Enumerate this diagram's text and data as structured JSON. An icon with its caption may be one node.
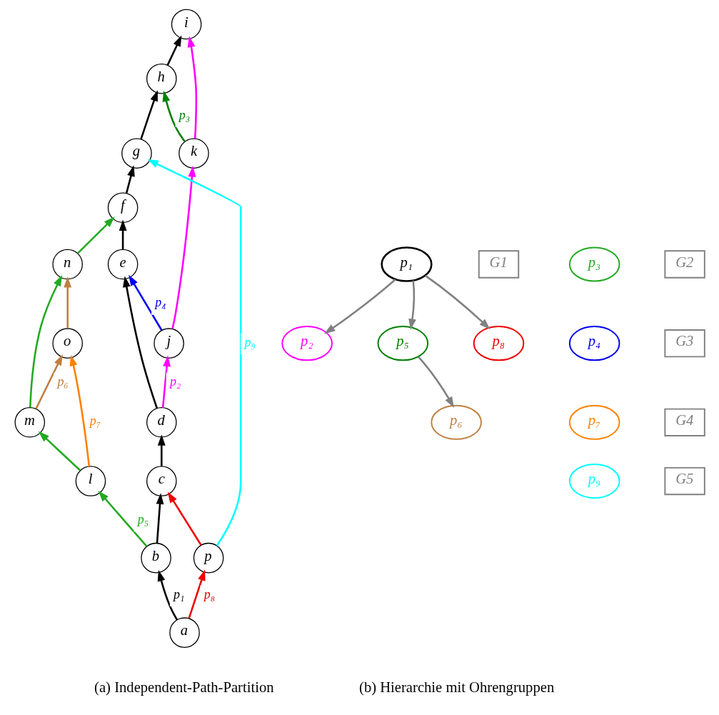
{
  "diagram": {
    "nodes": [
      {
        "text": [
          "i"
        ]
      },
      {
        "text": [
          "h"
        ]
      },
      {
        "text": [
          "k"
        ]
      },
      {
        "text": [
          "g"
        ]
      },
      {
        "text": [
          "f"
        ]
      },
      {
        "text": [
          "e"
        ]
      },
      {
        "text": [
          "j"
        ]
      },
      {
        "text": [
          "n"
        ]
      },
      {
        "text": [
          "o"
        ]
      },
      {
        "text": [
          "d"
        ]
      },
      {
        "text": [
          "m"
        ]
      },
      {
        "text": [
          "c"
        ]
      },
      {
        "text": [
          "l"
        ]
      },
      {
        "text": [
          "b"
        ]
      },
      {
        "text": [
          "p"
        ]
      },
      {
        "text": [
          "a"
        ]
      },
      {
        "text": [
          "p₁"
        ]
      },
      {
        "text": [
          "G1"
        ]
      },
      {
        "text": [
          "p₃"
        ]
      },
      {
        "text": [
          "G2"
        ]
      },
      {
        "text": [
          "p₂"
        ]
      },
      {
        "text": [
          "p₅"
        ]
      },
      {
        "text": [
          "p₈"
        ]
      },
      {
        "text": [
          "p₄"
        ]
      },
      {
        "text": [
          "G3"
        ]
      },
      {
        "text": [
          "p₇"
        ]
      },
      {
        "text": [
          "G4"
        ]
      },
      {
        "text": [
          "p₆"
        ]
      },
      {
        "text": [
          "p₉"
        ]
      },
      {
        "text": [
          "G5"
        ]
      }
    ],
    "edges": [
      {
        "from": 15,
        "to": 13,
        "arrow": "to",
        "label": "p₁"
      },
      {
        "from": 13,
        "to": 11,
        "arrow": "to"
      },
      {
        "from": 11,
        "to": 9,
        "arrow": "to"
      },
      {
        "from": 9,
        "to": 5,
        "arrow": "to"
      },
      {
        "from": 5,
        "to": 4,
        "arrow": "to"
      },
      {
        "from": 4,
        "to": 3,
        "arrow": "to"
      },
      {
        "from": 3,
        "to": 1,
        "arrow": "to"
      },
      {
        "from": 1,
        "to": 0,
        "arrow": "to"
      },
      {
        "from": 15,
        "to": 14,
        "arrow": "to",
        "label": "p₈",
        "color": "#ee0000"
      },
      {
        "from": 14,
        "to": 11,
        "arrow": "to",
        "color": "#ee0000"
      },
      {
        "from": 13,
        "to": 12,
        "arrow": "to",
        "label": "p₅",
        "color": "#22aa22"
      },
      {
        "from": 12,
        "to": 10,
        "arrow": "to",
        "color": "#22aa22"
      },
      {
        "from": 10,
        "to": 7,
        "arrow": "to",
        "color": "#22aa22"
      },
      {
        "from": 7,
        "to": 4,
        "arrow": "to",
        "color": "#22aa22"
      },
      {
        "from": 12,
        "to": 8,
        "arrow": "to",
        "label": "p₇",
        "color": "#ff8000"
      },
      {
        "from": 10,
        "to": 8,
        "arrow": "to",
        "label": "p₆",
        "color": "#bf8040"
      },
      {
        "from": 8,
        "to": 7,
        "arrow": "to",
        "color": "#bf8040"
      },
      {
        "from": 9,
        "to": 6,
        "arrow": "to",
        "label": "p₂",
        "color": "#ff00ff"
      },
      {
        "from": 6,
        "to": 5,
        "arrow": "to",
        "label": "p₄",
        "color": "#0000ee"
      },
      {
        "from": 6,
        "to": 2,
        "arrow": "to",
        "color": "#ff00ff"
      },
      {
        "from": 2,
        "to": 0,
        "arrow": "to",
        "color": "#ff00ff"
      },
      {
        "from": 2,
        "to": 1,
        "arrow": "to",
        "label": "p₃",
        "color": "#008000"
      },
      {
        "from": 14,
        "to": 3,
        "arrow": "to",
        "label": "p₉",
        "color": "#00ffff"
      },
      {
        "from": 16,
        "to": 20,
        "arrow": "to",
        "color": "#808080"
      },
      {
        "from": 16,
        "to": 21,
        "arrow": "to",
        "color": "#808080"
      },
      {
        "from": 16,
        "to": 22,
        "arrow": "to",
        "color": "#808080"
      },
      {
        "from": 21,
        "to": 27,
        "arrow": "to",
        "color": "#808080"
      }
    ],
    "labels": [
      "(a) Independent-Path-Partition",
      "(b) Hierarchie mit Ohrengruppen"
    ]
  }
}
